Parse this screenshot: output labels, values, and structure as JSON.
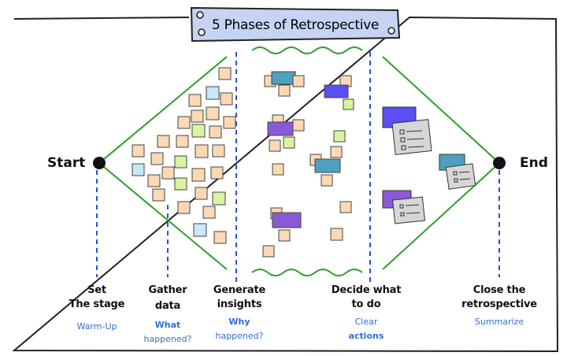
{
  "title": "5 Phases of Retrospective",
  "start_label": "Start",
  "end_label": "End",
  "phases": [
    {
      "name": "Set",
      "name2": "The stage",
      "sub": "Warm-Up",
      "sub2": ""
    },
    {
      "name": "Gather",
      "name2": "data",
      "sub": "What",
      "sub2": "happened?"
    },
    {
      "name": "Generate",
      "name2": "insights",
      "sub": "Why",
      "sub2": "happened?"
    },
    {
      "name": "Decide what",
      "name2": "to do",
      "sub": "Clear",
      "sub2": "actions"
    },
    {
      "name": "Close the",
      "name2": "retrospective",
      "sub": "Summarize",
      "sub2": ""
    }
  ],
  "colors": {
    "green_line": "#2e9e2e",
    "dashed_blue": "#2d4fd6",
    "sticky_orange": "#fbd9b4",
    "sticky_green": "#d7f5a0",
    "sticky_blue": "#c9e7f7",
    "sticky_purple": "#8a5ad6",
    "sticky_indigo": "#5a4ff0",
    "sticky_teal": "#4f9fbf",
    "card_gray": "#d6d6d6",
    "title_banner": "#c7d3f3"
  }
}
